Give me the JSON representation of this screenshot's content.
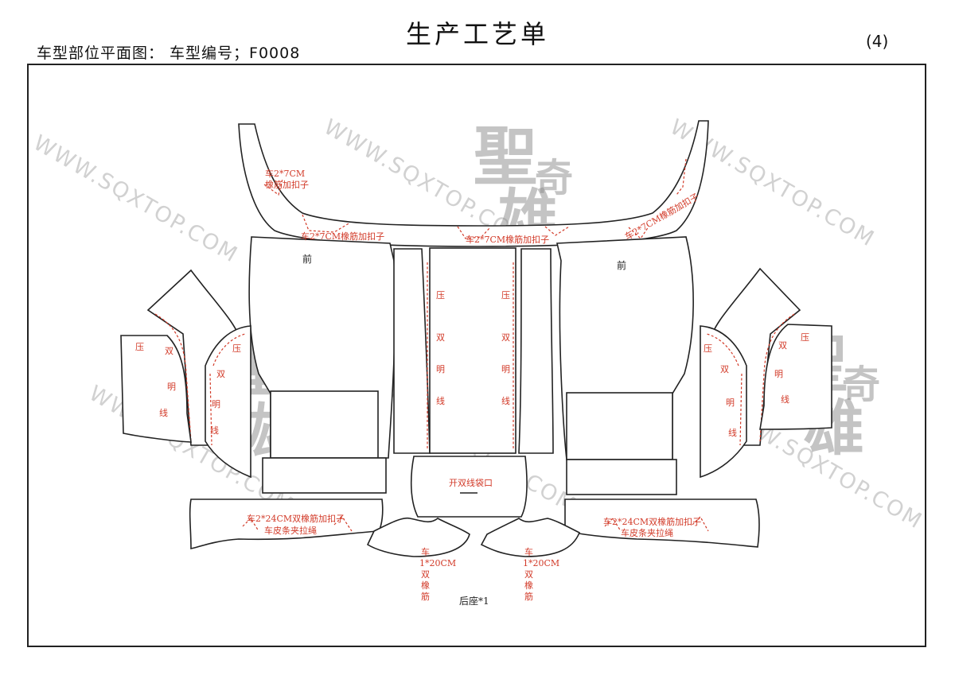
{
  "header": {
    "title": "生产工艺单",
    "subtitle": "车型部位平面图：  车型编号；F0008",
    "page_number": "(4)"
  },
  "watermark": {
    "url_text": "WWW.SQXTOP.COM",
    "logo_char_1": "聖",
    "logo_char_2": "雄",
    "logo_char_3": "奇"
  },
  "labels": {
    "front": "前",
    "elastic_7cm": "车2*7CM橡筋加扣子",
    "elastic_7cm_line1": "车2*7CM",
    "elastic_7cm_line2": "橡筋加扣子",
    "press_double": [
      "压",
      "双",
      "明",
      "线"
    ],
    "pocket": "开双线袋口",
    "elastic_24cm": "车2*24CM双橡筋加扣子",
    "leather_strip": "车皮条夹拉绳",
    "elastic_20cm": [
      "车",
      "1*20CM",
      "双",
      "橡",
      "筋"
    ],
    "rear_seat": "后座*1"
  }
}
